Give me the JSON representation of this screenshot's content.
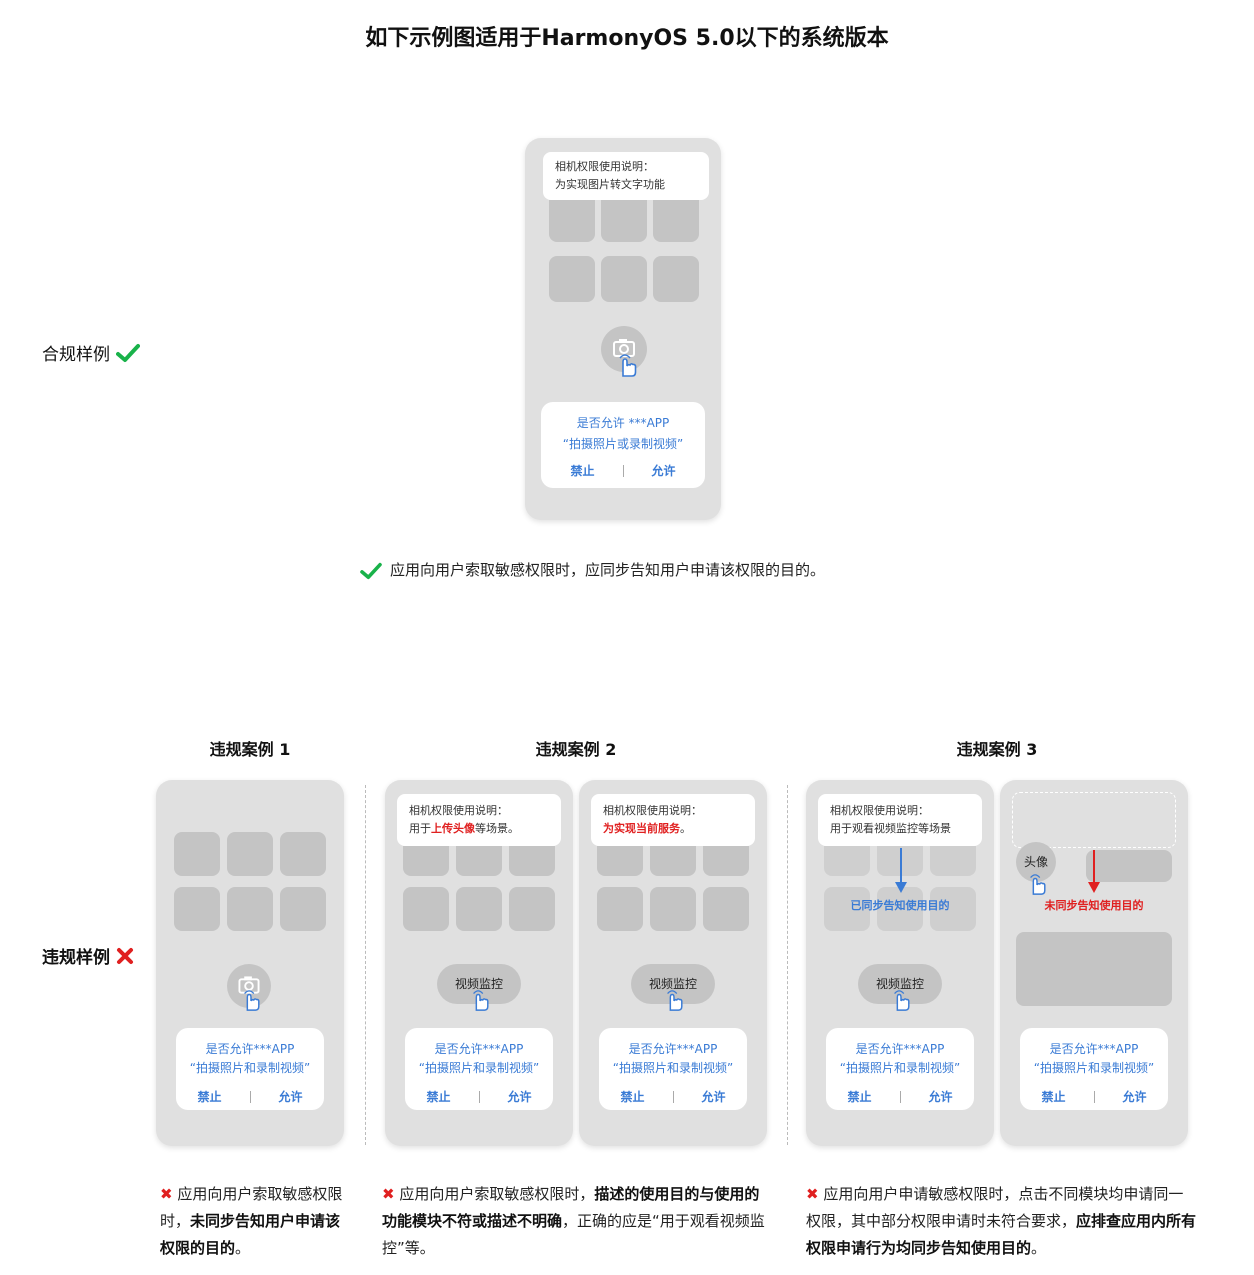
{
  "title": "如下示例图适用于HarmonyOS 5.0以下的系统版本",
  "compliant": {
    "label": "合规样例",
    "note_line1": "相机权限使用说明：",
    "note_line2": "为实现图片转文字功能",
    "dialog_line1": "是否允许 ***APP",
    "dialog_line2": "“拍摄照片或录制视频”",
    "deny": "禁止",
    "allow": "允许",
    "caption": "应用向用户索取敏感权限时，应同步告知用户申请该权限的目的。"
  },
  "violation": {
    "label": "违规样例",
    "dialog_line1": "是否允许***APP",
    "dialog_line2": "“拍摄照片和录制视频”",
    "deny": "禁止",
    "allow": "允许",
    "pill": "视频监控",
    "case1": {
      "title": "违规案例 1",
      "caption_pre": "应用向用户索取敏感权限时，",
      "caption_bold": "未同步告知用户申请该权限的目的",
      "caption_post": "。"
    },
    "case2": {
      "title": "违规案例 2",
      "phoneA_note1": "相机权限使用说明：",
      "phoneA_note2_pre": "用于",
      "phoneA_note2_red": "上传头像",
      "phoneA_note2_post": "等场景。",
      "phoneB_note1": "相机权限使用说明：",
      "phoneB_note2_red": "为实现当前服务",
      "phoneB_note2_post": "。",
      "caption_pre": "应用向用户索取敏感权限时，",
      "caption_bold": "描述的使用目的与使用的功能模块不符或描述不明确",
      "caption_post": "，正确的应是“用于观看视频监控”等。"
    },
    "case3": {
      "title": "违规案例 3",
      "phoneA_note1": "相机权限使用说明：",
      "phoneA_note2": "用于观看视频监控等场景",
      "phoneA_tag": "已同步告知使用目的",
      "phoneB_avatar": "头像",
      "phoneB_tag": "未同步告知使用目的",
      "caption_pre": "应用向用户申请敏感权限时，点击不同模块均申请同一权限，其中部分权限申请时未符合要求，",
      "caption_bold": "应排查应用内所有权限申请行为均同步告知使用目的",
      "caption_post": "。"
    }
  },
  "colors": {
    "accent_blue": "#3a7bd5",
    "error_red": "#e02020",
    "ok_green": "#19b24a"
  }
}
